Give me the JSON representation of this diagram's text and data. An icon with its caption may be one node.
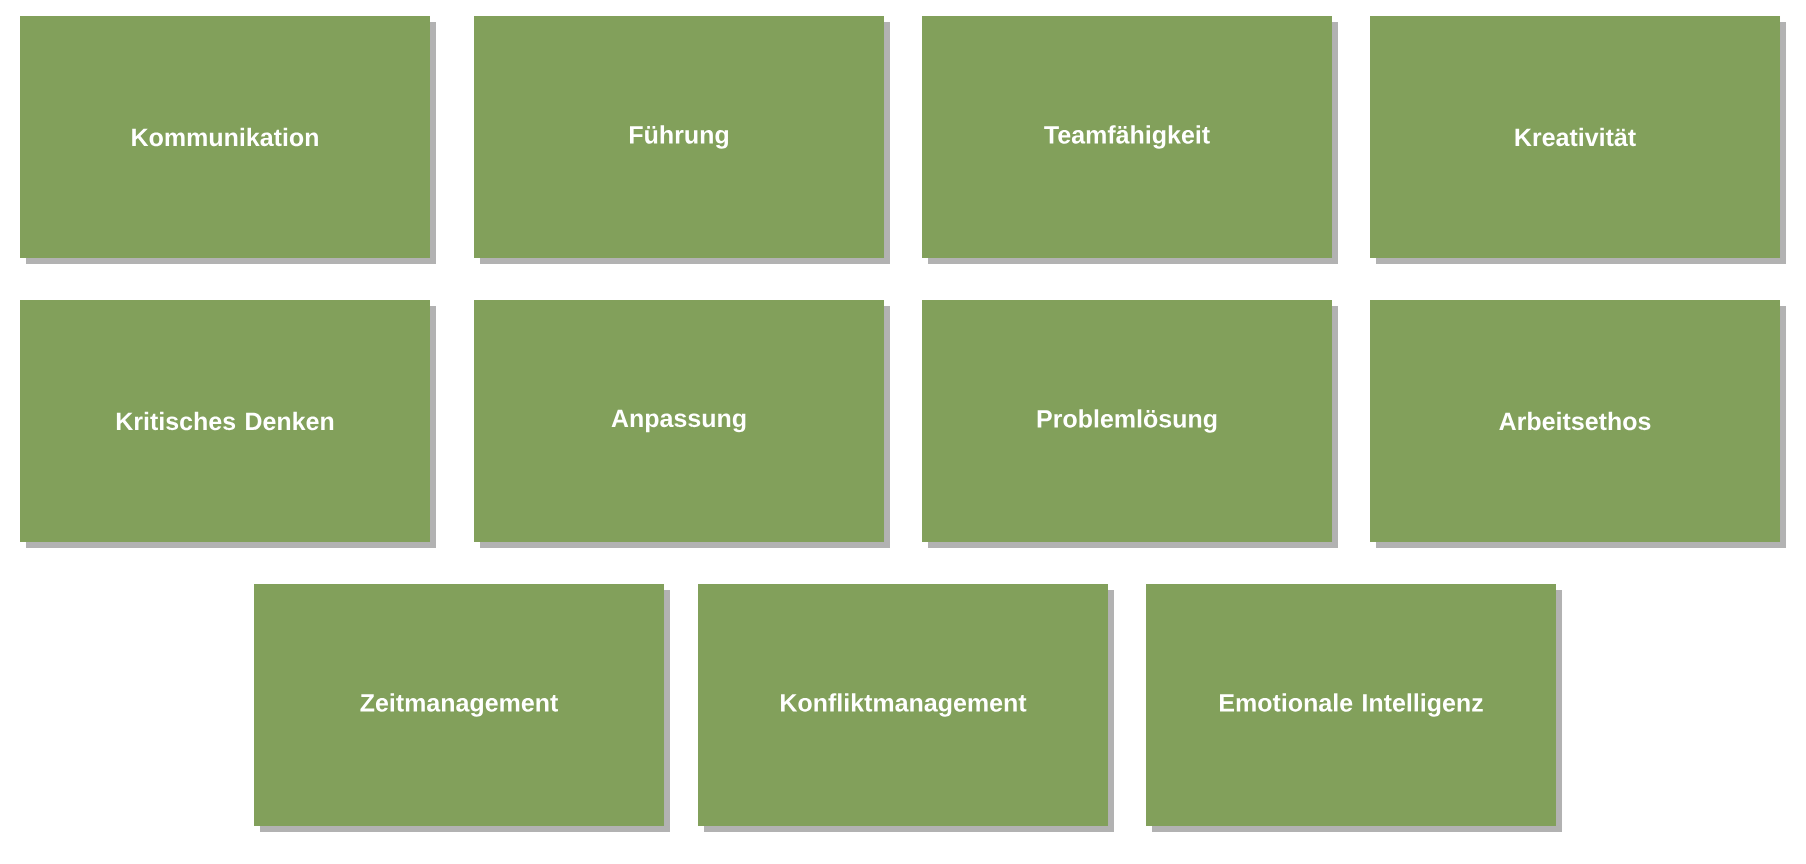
{
  "diagram": {
    "nodes": [
      {
        "text": [
          "Kommunikation"
        ]
      },
      {
        "text": [
          "Führung"
        ]
      },
      {
        "text": [
          "Teamfähigkeit"
        ]
      },
      {
        "text": [
          "Kreativität"
        ]
      },
      {
        "text": [
          "Kritisches Denken"
        ]
      },
      {
        "text": [
          "Anpassung"
        ]
      },
      {
        "text": [
          "Problemlösung"
        ]
      },
      {
        "text": [
          "Arbeitsethos"
        ]
      },
      {
        "text": [
          "Zeitmanagement"
        ]
      },
      {
        "text": [
          "Konfliktmanagement"
        ]
      },
      {
        "text": [
          "Emotionale Intelligenz"
        ]
      }
    ]
  }
}
